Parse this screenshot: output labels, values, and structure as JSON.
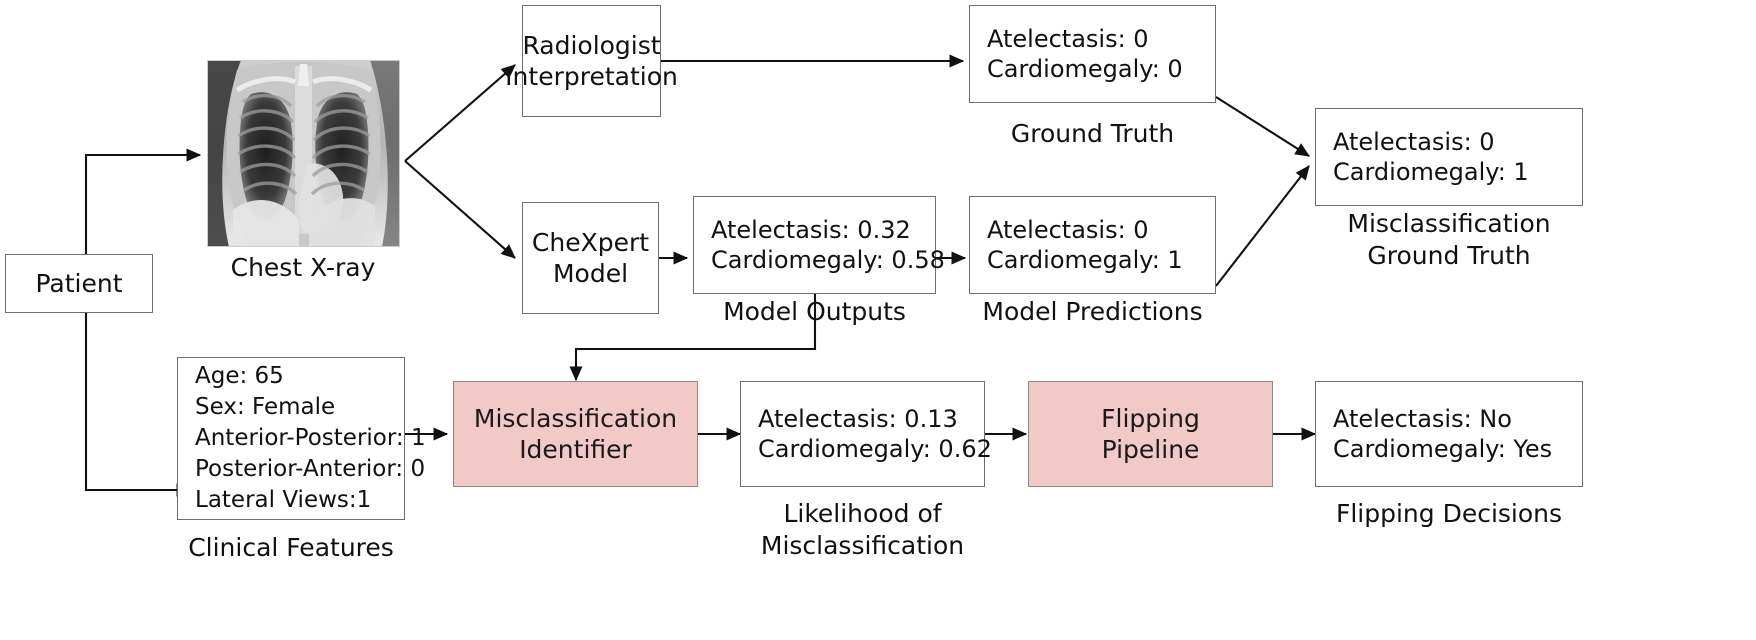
{
  "diagram": {
    "title": "Misclassification identification and flipping pipeline for chest X-ray diagnosis",
    "accent_pink": "#f1c9c7",
    "border_gray": "#6e6e6e",
    "text_color": "#111111"
  },
  "nodes": {
    "patient": {
      "label": "Patient"
    },
    "xray": {
      "caption": "Chest X-ray",
      "icon": "chest-xray-image"
    },
    "radiologist": {
      "line1": "Radiologist",
      "line2": "Interpretation"
    },
    "chexpert": {
      "line1": "CheXpert",
      "line2": "Model"
    },
    "ground_truth": {
      "line1": "Atelectasis: 0",
      "line2": "Cardiomegaly: 0",
      "caption": "Ground Truth"
    },
    "model_outputs": {
      "line1": "Atelectasis: 0.32",
      "line2": "Cardiomegaly: 0.58",
      "caption": "Model Outputs"
    },
    "model_predictions": {
      "line1": "Atelectasis: 0",
      "line2": "Cardiomegaly: 1",
      "caption": "Model Predictions"
    },
    "misclassification_ground_truth": {
      "line1": "Atelectasis: 0",
      "line2": "Cardiomegaly: 1",
      "caption_line1": "Misclassification",
      "caption_line2": "Ground Truth"
    },
    "clinical_features": {
      "line1": "Age: 65",
      "line2": "Sex: Female",
      "line3": "Anterior-Posterior: 1",
      "line4": "Posterior-Anterior: 0",
      "line5": "Lateral Views:1",
      "caption": "Clinical Features"
    },
    "misclassification_identifier": {
      "line1": "Misclassification",
      "line2": "Identifier"
    },
    "likelihood": {
      "line1": "Atelectasis: 0.13",
      "line2": "Cardiomegaly: 0.62",
      "caption_line1": "Likelihood of",
      "caption_line2": "Misclassification"
    },
    "flipping_pipeline": {
      "line1": "Flipping",
      "line2": "Pipeline"
    },
    "flipping_decisions": {
      "line1": "Atelectasis: No",
      "line2": "Cardiomegaly: Yes",
      "caption": "Flipping Decisions"
    }
  },
  "chart_data": {
    "type": "diagram",
    "title": "Misclassification Identification & Flipping Pipeline",
    "node_list": [
      "Patient",
      "Chest X-ray",
      "Radiologist Interpretation",
      "CheXpert Model",
      "Ground Truth",
      "Model Outputs",
      "Model Predictions",
      "Misclassification Ground Truth",
      "Clinical Features",
      "Misclassification Identifier",
      "Likelihood of Misclassification",
      "Flipping Pipeline",
      "Flipping Decisions"
    ],
    "edges": [
      [
        "Patient",
        "Chest X-ray"
      ],
      [
        "Patient",
        "Clinical Features"
      ],
      [
        "Chest X-ray",
        "Radiologist Interpretation"
      ],
      [
        "Chest X-ray",
        "CheXpert Model"
      ],
      [
        "Radiologist Interpretation",
        "Ground Truth"
      ],
      [
        "CheXpert Model",
        "Model Outputs"
      ],
      [
        "Model Outputs",
        "Model Predictions"
      ],
      [
        "Model Outputs",
        "Misclassification Identifier"
      ],
      [
        "Ground Truth",
        "Misclassification Ground Truth"
      ],
      [
        "Model Predictions",
        "Misclassification Ground Truth"
      ],
      [
        "Clinical Features",
        "Misclassification Identifier"
      ],
      [
        "Misclassification Identifier",
        "Likelihood of Misclassification"
      ],
      [
        "Likelihood of Misclassification",
        "Flipping Pipeline"
      ],
      [
        "Flipping Pipeline",
        "Flipping Decisions"
      ]
    ],
    "values": {
      "ground_truth": {
        "Atelectasis": 0,
        "Cardiomegaly": 0
      },
      "model_outputs": {
        "Atelectasis": 0.32,
        "Cardiomegaly": 0.58
      },
      "model_predictions": {
        "Atelectasis": 0,
        "Cardiomegaly": 1
      },
      "misclassification_ground_truth": {
        "Atelectasis": 0,
        "Cardiomegaly": 1
      },
      "clinical_features": {
        "Age": 65,
        "Sex": "Female",
        "Anterior-Posterior": 1,
        "Posterior-Anterior": 0,
        "Lateral Views": 1
      },
      "likelihood_of_misclassification": {
        "Atelectasis": 0.13,
        "Cardiomegaly": 0.62
      },
      "flipping_decisions": {
        "Atelectasis": "No",
        "Cardiomegaly": "Yes"
      }
    }
  }
}
